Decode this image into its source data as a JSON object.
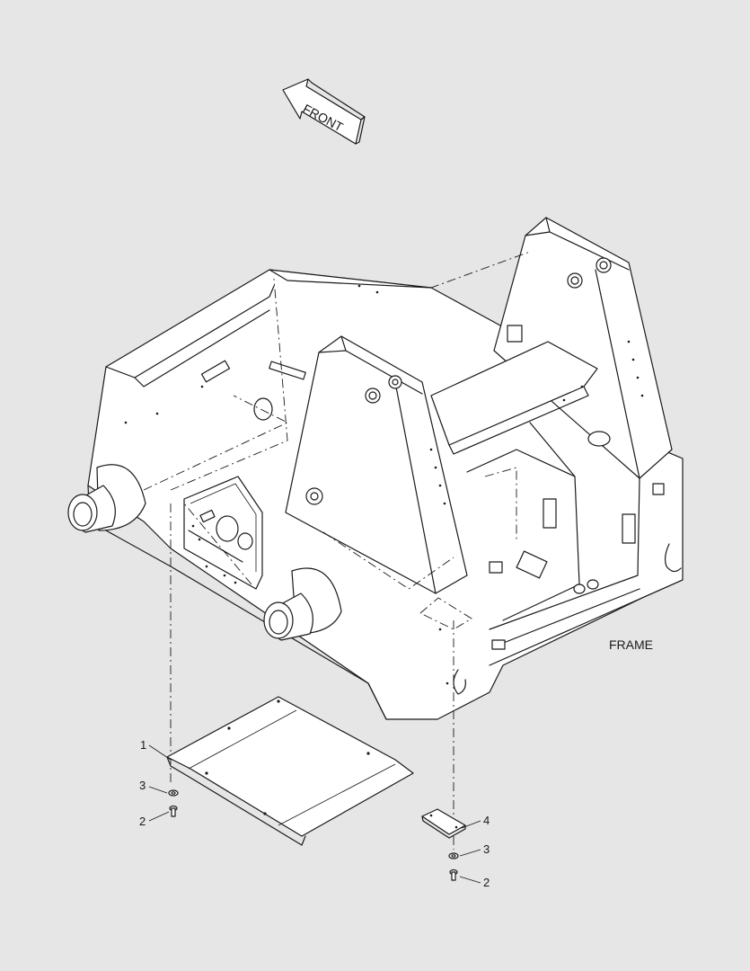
{
  "diagram": {
    "direction_label": "FRONT",
    "assembly_label": "FRAME",
    "callouts": {
      "plate": "1",
      "bolt_left": "2",
      "washer_left": "3",
      "bracket": "4",
      "washer_right": "3",
      "bolt_right": "2"
    }
  },
  "colors": {
    "background": "#e6e6e6",
    "line": "#1a1a1a",
    "fill": "#ffffff"
  }
}
